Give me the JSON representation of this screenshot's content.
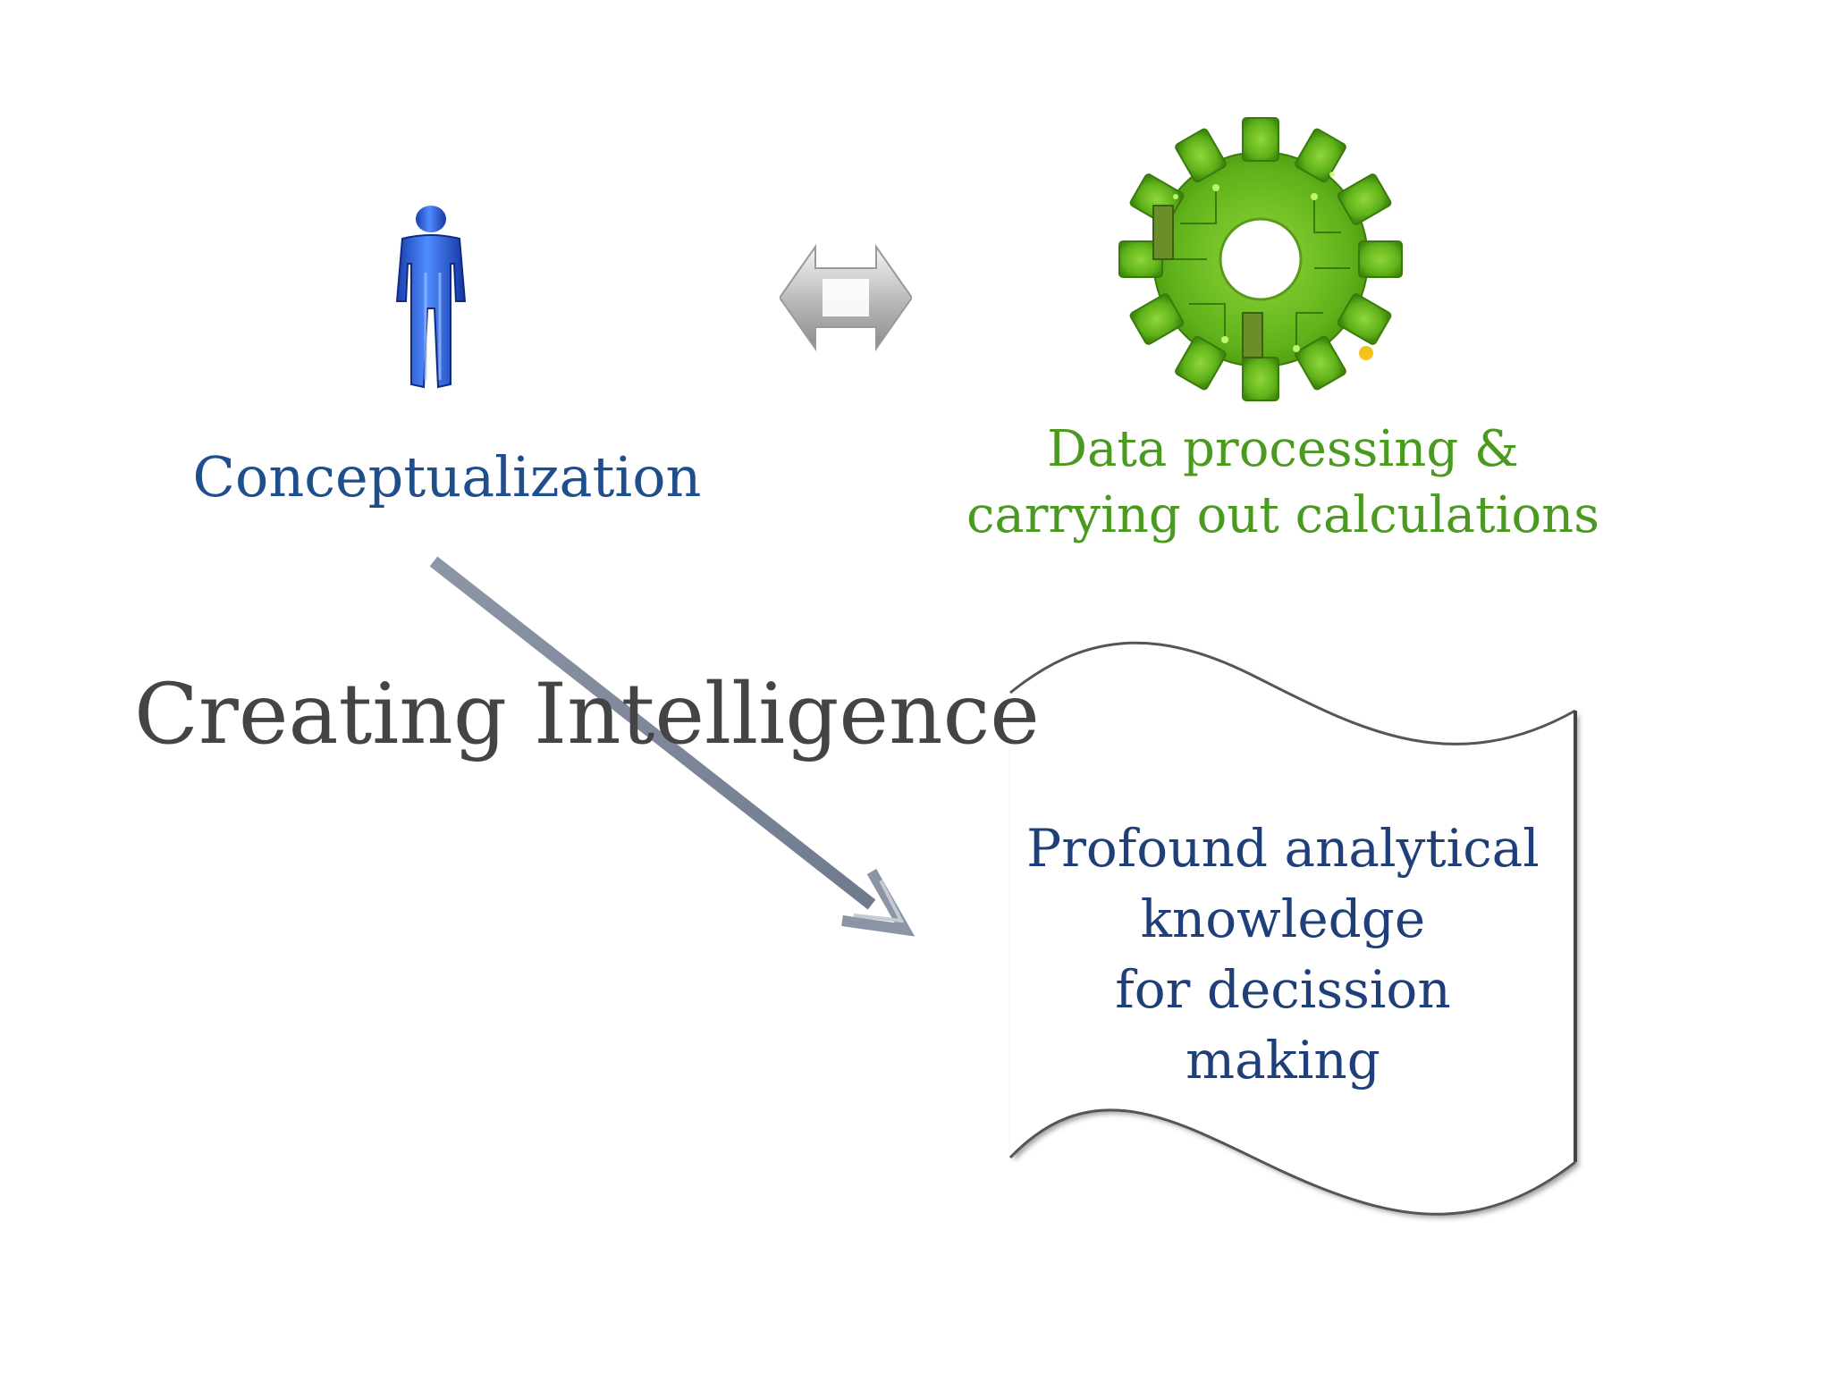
{
  "diagram": {
    "title": "Creating Intelligence",
    "left_node": {
      "icon": "person-icon",
      "label": "Conceptualization",
      "color": "#1f4e8c"
    },
    "connector": {
      "icon": "double-arrow-icon"
    },
    "right_node": {
      "icon": "gear-icon",
      "label": "Data processing &\ncarrying out calculations",
      "color": "#4a9a1f"
    },
    "output_node": {
      "icon": "wave-document-shape",
      "label": "Profound analytical\nknowledge\nfor decission making",
      "color": "#1f3f7a"
    },
    "flow_arrow": {
      "icon": "diagonal-arrow",
      "color": "#7a8598"
    }
  }
}
